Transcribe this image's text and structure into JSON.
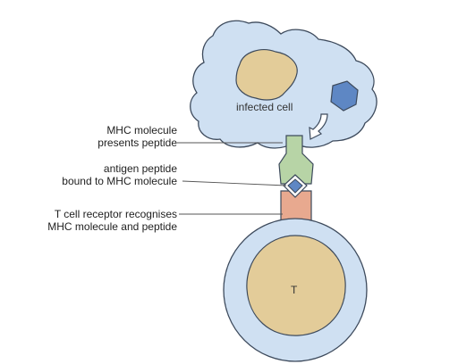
{
  "labels": {
    "infected_cell": "infected cell",
    "mhc_line1": "MHC molecule",
    "mhc_line2": "presents peptide",
    "antigen_line1": "antigen peptide",
    "antigen_line2": "bound  to MHC molecule",
    "tcr_line1": "T cell receptor recognises",
    "tcr_line2": "MHC molecule and peptide",
    "t_nucleus": "T"
  },
  "colors": {
    "cell_fill": "#cfe0f2",
    "cell_stroke": "#3d4a5c",
    "nucleus_fill": "#e3cc99",
    "hexagon_fill": "#5e87c4",
    "mhc_fill": "#b7d4a6",
    "tcr_fill": "#e8a98f",
    "arrow_fill": "#ffffff",
    "leader_line": "#555555"
  },
  "icons": {
    "viral_antigen": "hexagon-icon",
    "uptake_arrow": "curved-arrow-icon",
    "peptide": "diamond-icon"
  }
}
